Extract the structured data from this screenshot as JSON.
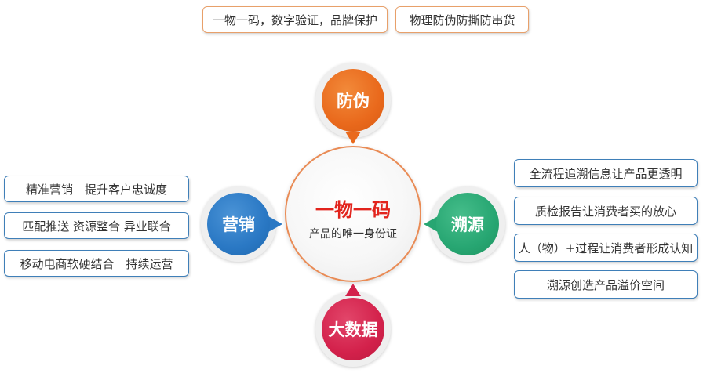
{
  "center": {
    "title": "一物一码",
    "subtitle": "产品的唯一身份证"
  },
  "nodes": {
    "top": {
      "label": "防伪",
      "color": "#e9691c"
    },
    "left": {
      "label": "营销",
      "color": "#2a78c4"
    },
    "right": {
      "label": "溯源",
      "color": "#27a672"
    },
    "bottom": {
      "label": "大数据",
      "color": "#d3214b"
    }
  },
  "top_boxes": [
    "一物一码，数字验证，品牌保护",
    "物理防伪防撕防串货"
  ],
  "left_boxes": [
    "精准营销　提升客户忠诚度",
    "匹配推送 资源整合 异业联合",
    "移动电商软硬结合　持续运营"
  ],
  "right_boxes": [
    "全流程追溯信息让产品更透明",
    "质检报告让消费者买的放心",
    "人（物）+过程让消费者形成认知",
    "溯源创造产品溢价空间"
  ]
}
